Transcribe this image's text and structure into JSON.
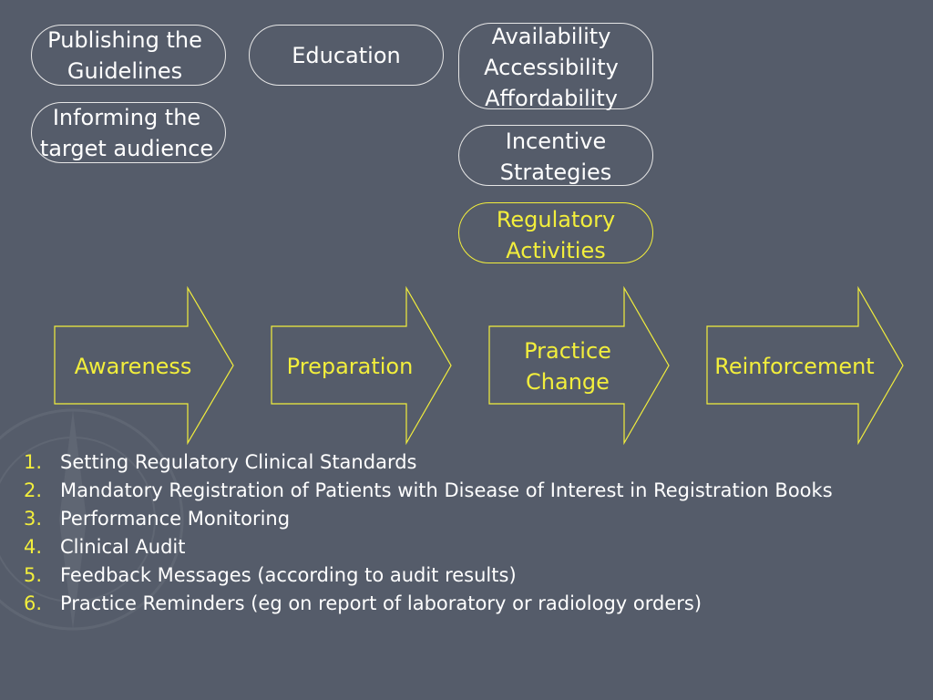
{
  "boxes": [
    {
      "id": "publishing",
      "text": "Publishing the\nGuidelines",
      "highlight": false
    },
    {
      "id": "informing",
      "text": "Informing the\ntarget audience",
      "highlight": false
    },
    {
      "id": "education",
      "text": "Education",
      "highlight": false
    },
    {
      "id": "availability",
      "text": "Availability\nAccessibility\nAffordability",
      "highlight": false
    },
    {
      "id": "incentive",
      "text": "Incentive\nStrategies",
      "highlight": false
    },
    {
      "id": "regulatory",
      "text": "Regulatory\nActivities",
      "highlight": true
    }
  ],
  "stages": [
    {
      "label": "Awareness"
    },
    {
      "label": "Preparation"
    },
    {
      "label": "Practice\nChange"
    },
    {
      "label": "Reinforcement"
    }
  ],
  "steps": [
    {
      "num": "1.",
      "text": "Setting Regulatory Clinical Standards"
    },
    {
      "num": "2.",
      "text": "Mandatory Registration of Patients with Disease of Interest in Registration Books"
    },
    {
      "num": "3.",
      "text": "Performance Monitoring"
    },
    {
      "num": "4.",
      "text": "Clinical Audit"
    },
    {
      "num": "5.",
      "text": "Feedback Messages (according to audit results)"
    },
    {
      "num": "6.",
      "text": "Practice Reminders (eg on report of laboratory or radiology orders)"
    }
  ],
  "colors": {
    "background": "#555c6a",
    "highlight": "#f2ee3c",
    "text": "#ffffff",
    "outline": "#e6e6e6"
  }
}
